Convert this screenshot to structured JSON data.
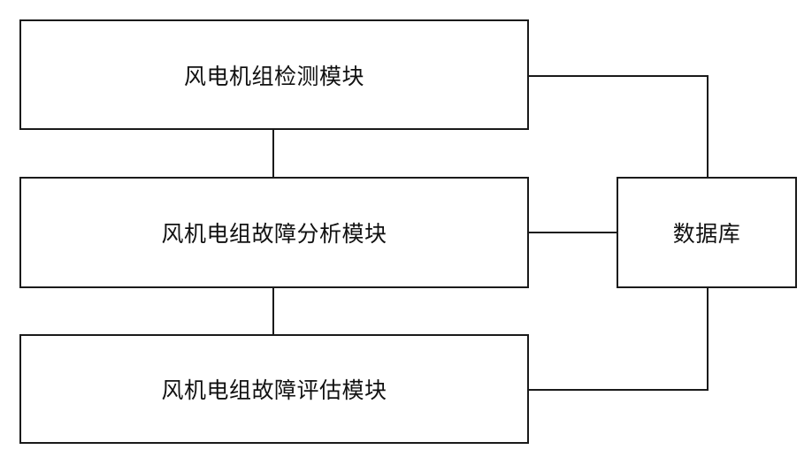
{
  "modules": {
    "detection": "风电机组检测模块",
    "analysis": "风机电组故障分析模块",
    "evaluation": "风机电组故障评估模块",
    "database": "数据库"
  },
  "colors": {
    "line": "#1a1a1a",
    "background": "#ffffff",
    "text": "#111111"
  }
}
